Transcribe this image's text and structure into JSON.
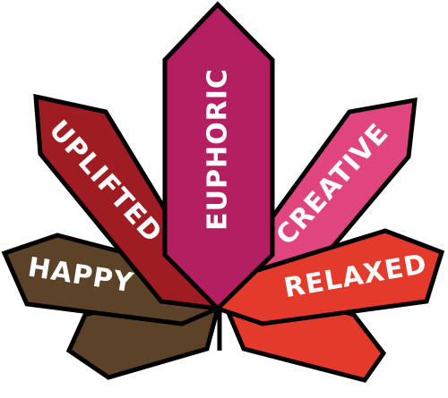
{
  "blades": [
    {
      "id": "happy-lower",
      "label": "",
      "color": "#5c4226"
    },
    {
      "id": "happy",
      "label": "HAPPY",
      "color": "#5c4226"
    },
    {
      "id": "uplifted",
      "label": "UPLIFTED",
      "color": "#9e1c22"
    },
    {
      "id": "euphoric",
      "label": "EUPHORIC",
      "color": "#b41f61"
    },
    {
      "id": "creative",
      "label": "CREATIVE",
      "color": "#e0457f"
    },
    {
      "id": "relaxed",
      "label": "RELAXED",
      "color": "#e43a2c"
    },
    {
      "id": "relaxed-lower",
      "label": "",
      "color": "#e43a2c"
    }
  ]
}
